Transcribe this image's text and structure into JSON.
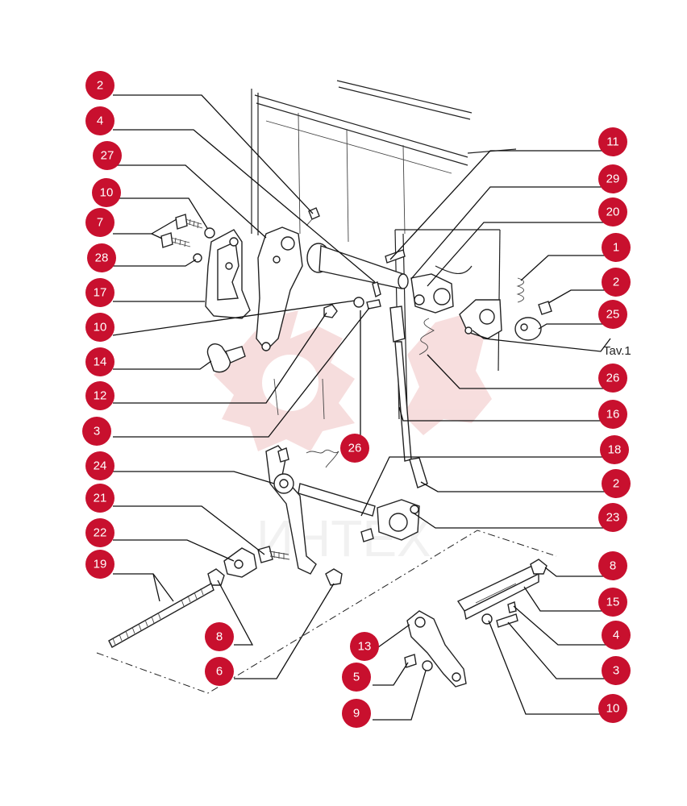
{
  "figure": {
    "reference": "Tav.1",
    "watermark_text": "ИНТЕХ",
    "colors": {
      "callout_fill": "#c8102e",
      "callout_text": "#ffffff",
      "line_art": "#222222",
      "watermark": "#f4b6b6"
    }
  },
  "callouts": {
    "c1": "2",
    "c2": "4",
    "c3": "27",
    "c4": "10",
    "c5": "7",
    "c6": "28",
    "c7": "17",
    "c8": "10",
    "c9": "14",
    "c10": "12",
    "c11": "3",
    "c12": "24",
    "c13": "21",
    "c14": "22",
    "c15": "19",
    "c16": "8",
    "c17": "6",
    "c18": "26",
    "c19": "11",
    "c20": "29",
    "c21": "20",
    "c22": "1",
    "c23": "2",
    "c24": "25",
    "c25": "26",
    "c26": "16",
    "c27": "18",
    "c28": "2",
    "c29": "23",
    "c30": "8",
    "c31": "15",
    "c32": "4",
    "c33": "3",
    "c34": "10",
    "c35": "13",
    "c36": "5",
    "c37": "9"
  }
}
